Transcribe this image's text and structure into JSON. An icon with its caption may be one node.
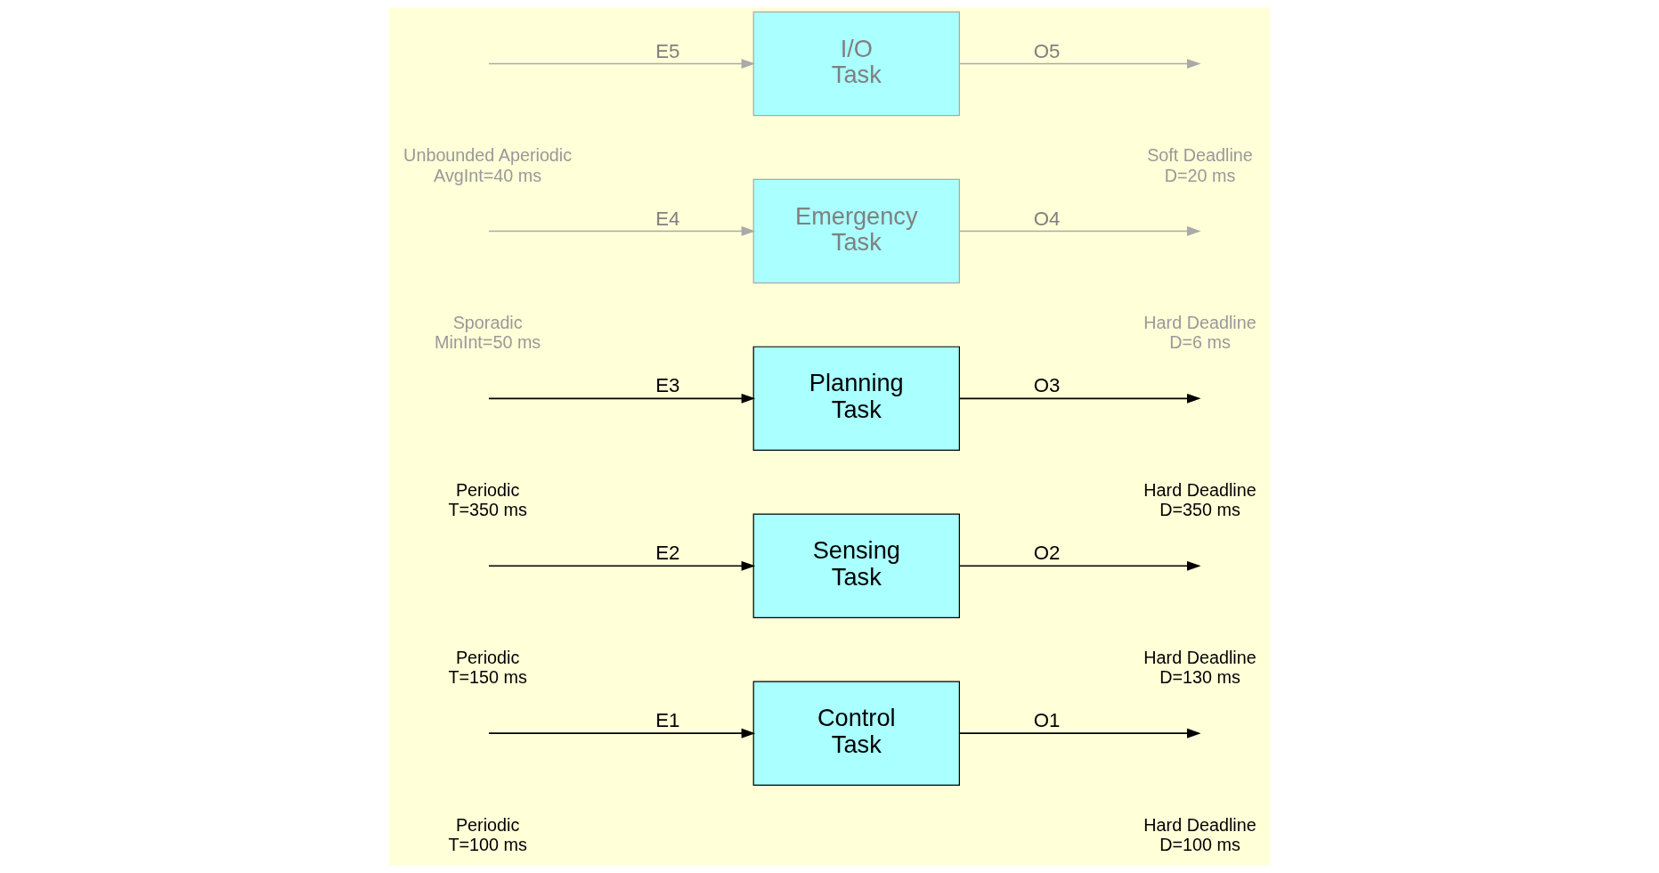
{
  "diagram": {
    "nodes": [
      {
        "text": [
          "Control Task"
        ]
      },
      {
        "text": [
          "Sensing Task"
        ]
      },
      {
        "text": [
          "Planning Task"
        ]
      },
      {
        "text": [
          "Emergency Task"
        ]
      },
      {
        "text": [
          "I/O Task"
        ]
      }
    ],
    "edges": [
      {
        "from": null,
        "to": 0,
        "arrow": "to",
        "label": "E1"
      },
      {
        "from": 0,
        "to": null,
        "arrow": "to",
        "label": "O1"
      },
      {
        "from": null,
        "to": 1,
        "arrow": "to",
        "label": "E2"
      },
      {
        "from": 1,
        "to": null,
        "arrow": "to",
        "label": "O2"
      },
      {
        "from": null,
        "to": 2,
        "arrow": "to",
        "label": "E3"
      },
      {
        "from": 2,
        "to": null,
        "arrow": "to",
        "label": "O3"
      },
      {
        "from": null,
        "to": 3,
        "arrow": "to",
        "label": "E4",
        "color": "#aaaaaa"
      },
      {
        "from": 3,
        "to": null,
        "arrow": "to",
        "label": "O4",
        "color": "#aaaaaa"
      },
      {
        "from": null,
        "to": 4,
        "arrow": "to",
        "label": "E5",
        "color": "#aaaaaa"
      },
      {
        "from": 4,
        "to": null,
        "arrow": "to",
        "label": "O5",
        "color": "#aaaaaa"
      }
    ],
    "labels": [
      "Periodic T=100 ms",
      "Hard Deadline D=100 ms",
      "Periodic T=150 ms",
      "Hard Deadline D=130 ms",
      "Periodic T=350 ms",
      "Hard Deadline D=350 ms",
      "Sporadic MinInt=50 ms",
      "Hard Deadline D=6 ms",
      "Unbounded Aperiodic AvgInt=40 ms",
      "Soft Deadline D=20 ms"
    ]
  }
}
